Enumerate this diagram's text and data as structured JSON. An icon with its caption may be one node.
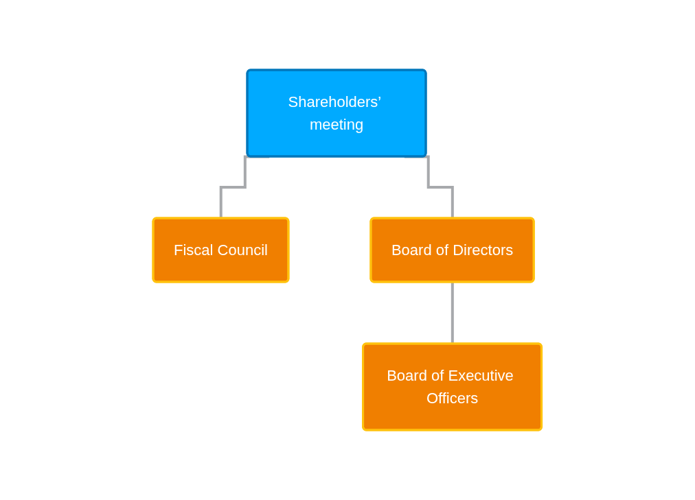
{
  "diagram": {
    "nodes": [
      {
        "text": [
          "Shareholders’ meeting"
        ]
      },
      {
        "text": [
          "Fiscal Council"
        ]
      },
      {
        "text": [
          "Board of Directors"
        ]
      },
      {
        "text": [
          "Board of Executive Officers"
        ]
      }
    ],
    "edges": [
      {
        "from": 0,
        "to": 1,
        "arrow": "none"
      },
      {
        "from": 0,
        "to": 2,
        "arrow": "none"
      },
      {
        "from": 2,
        "to": 3,
        "arrow": "none"
      }
    ]
  }
}
